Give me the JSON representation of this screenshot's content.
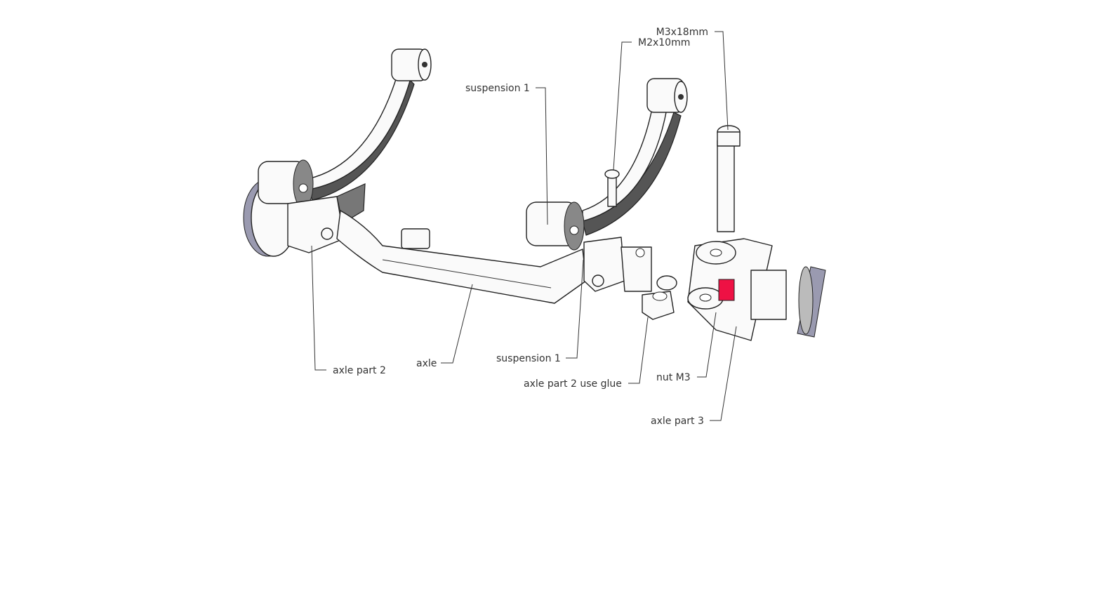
{
  "labels": {
    "m3x18": "M3x18mm",
    "m2x10": "M2x10mm",
    "suspension_top": "suspension 1",
    "axle_part2": "axle part 2",
    "axle": "axle",
    "suspension_bottom": "suspension 1",
    "axle_part2_glue": "axle part 2 use glue",
    "nut_m3": "nut M3",
    "axle_part3": "axle part 3"
  },
  "colors": {
    "nut": "#ee1144",
    "wheel": "#9a9ab0",
    "line": "#333333"
  }
}
